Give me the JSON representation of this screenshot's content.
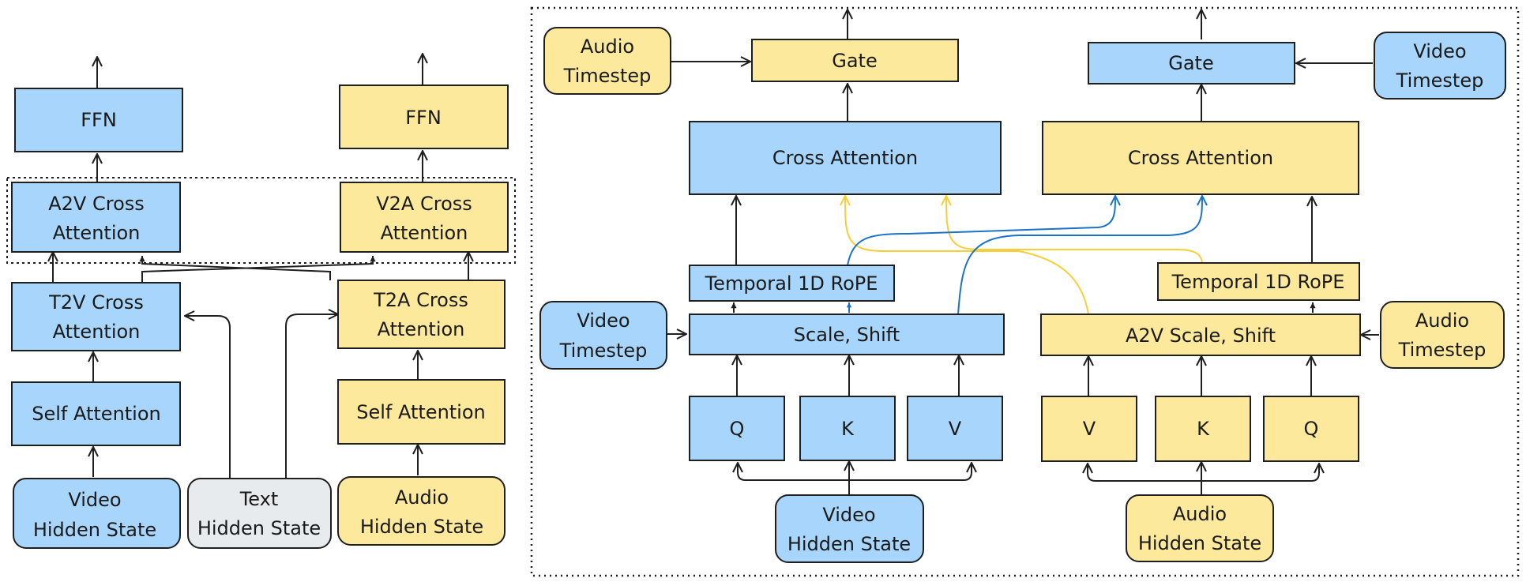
{
  "colors": {
    "video": "#a8d5fb",
    "audio": "#fde99c",
    "text": "#e8ebee",
    "stroke": "#1f1f1f",
    "video_flow": "#1a73c8",
    "audio_flow": "#f5cf3b"
  },
  "left": {
    "ffn_video": "FFN",
    "ffn_audio": "FFN",
    "a2v_cross_l1": "A2V Cross",
    "a2v_cross_l2": "Attention",
    "v2a_cross_l1": "V2A Cross",
    "v2a_cross_l2": "Attention",
    "t2v_cross_l1": "T2V Cross",
    "t2v_cross_l2": "Attention",
    "t2a_cross_l1": "T2A Cross",
    "t2a_cross_l2": "Attention",
    "self_attn_video": "Self Attention",
    "self_attn_audio": "Self Attention",
    "video_hidden_l1": "Video",
    "video_hidden_l2": "Hidden State",
    "text_hidden_l1": "Text",
    "text_hidden_l2": "Hidden State",
    "audio_hidden_l1": "Audio",
    "audio_hidden_l2": "Hidden State"
  },
  "right": {
    "audio_timestep_top_l1": "Audio",
    "audio_timestep_top_l2": "Timestep",
    "gate_left": "Gate",
    "gate_right": "Gate",
    "video_timestep_top_l1": "Video",
    "video_timestep_top_l2": "Timestep",
    "cross_attn_left": "Cross Attention",
    "cross_attn_right": "Cross Attention",
    "rope_left": "Temporal 1D RoPE",
    "rope_right": "Temporal 1D RoPE",
    "video_timestep_mid_l1": "Video",
    "video_timestep_mid_l2": "Timestep",
    "scale_shift_left": "Scale, Shift",
    "scale_shift_right": "A2V Scale, Shift",
    "audio_timestep_mid_l1": "Audio",
    "audio_timestep_mid_l2": "Timestep",
    "q_left": "Q",
    "k_left": "K",
    "v_left": "V",
    "v_right": "V",
    "k_right": "K",
    "q_right": "Q",
    "video_hidden_l1": "Video",
    "video_hidden_l2": "Hidden State",
    "audio_hidden_l1": "Audio",
    "audio_hidden_l2": "Hidden State"
  }
}
